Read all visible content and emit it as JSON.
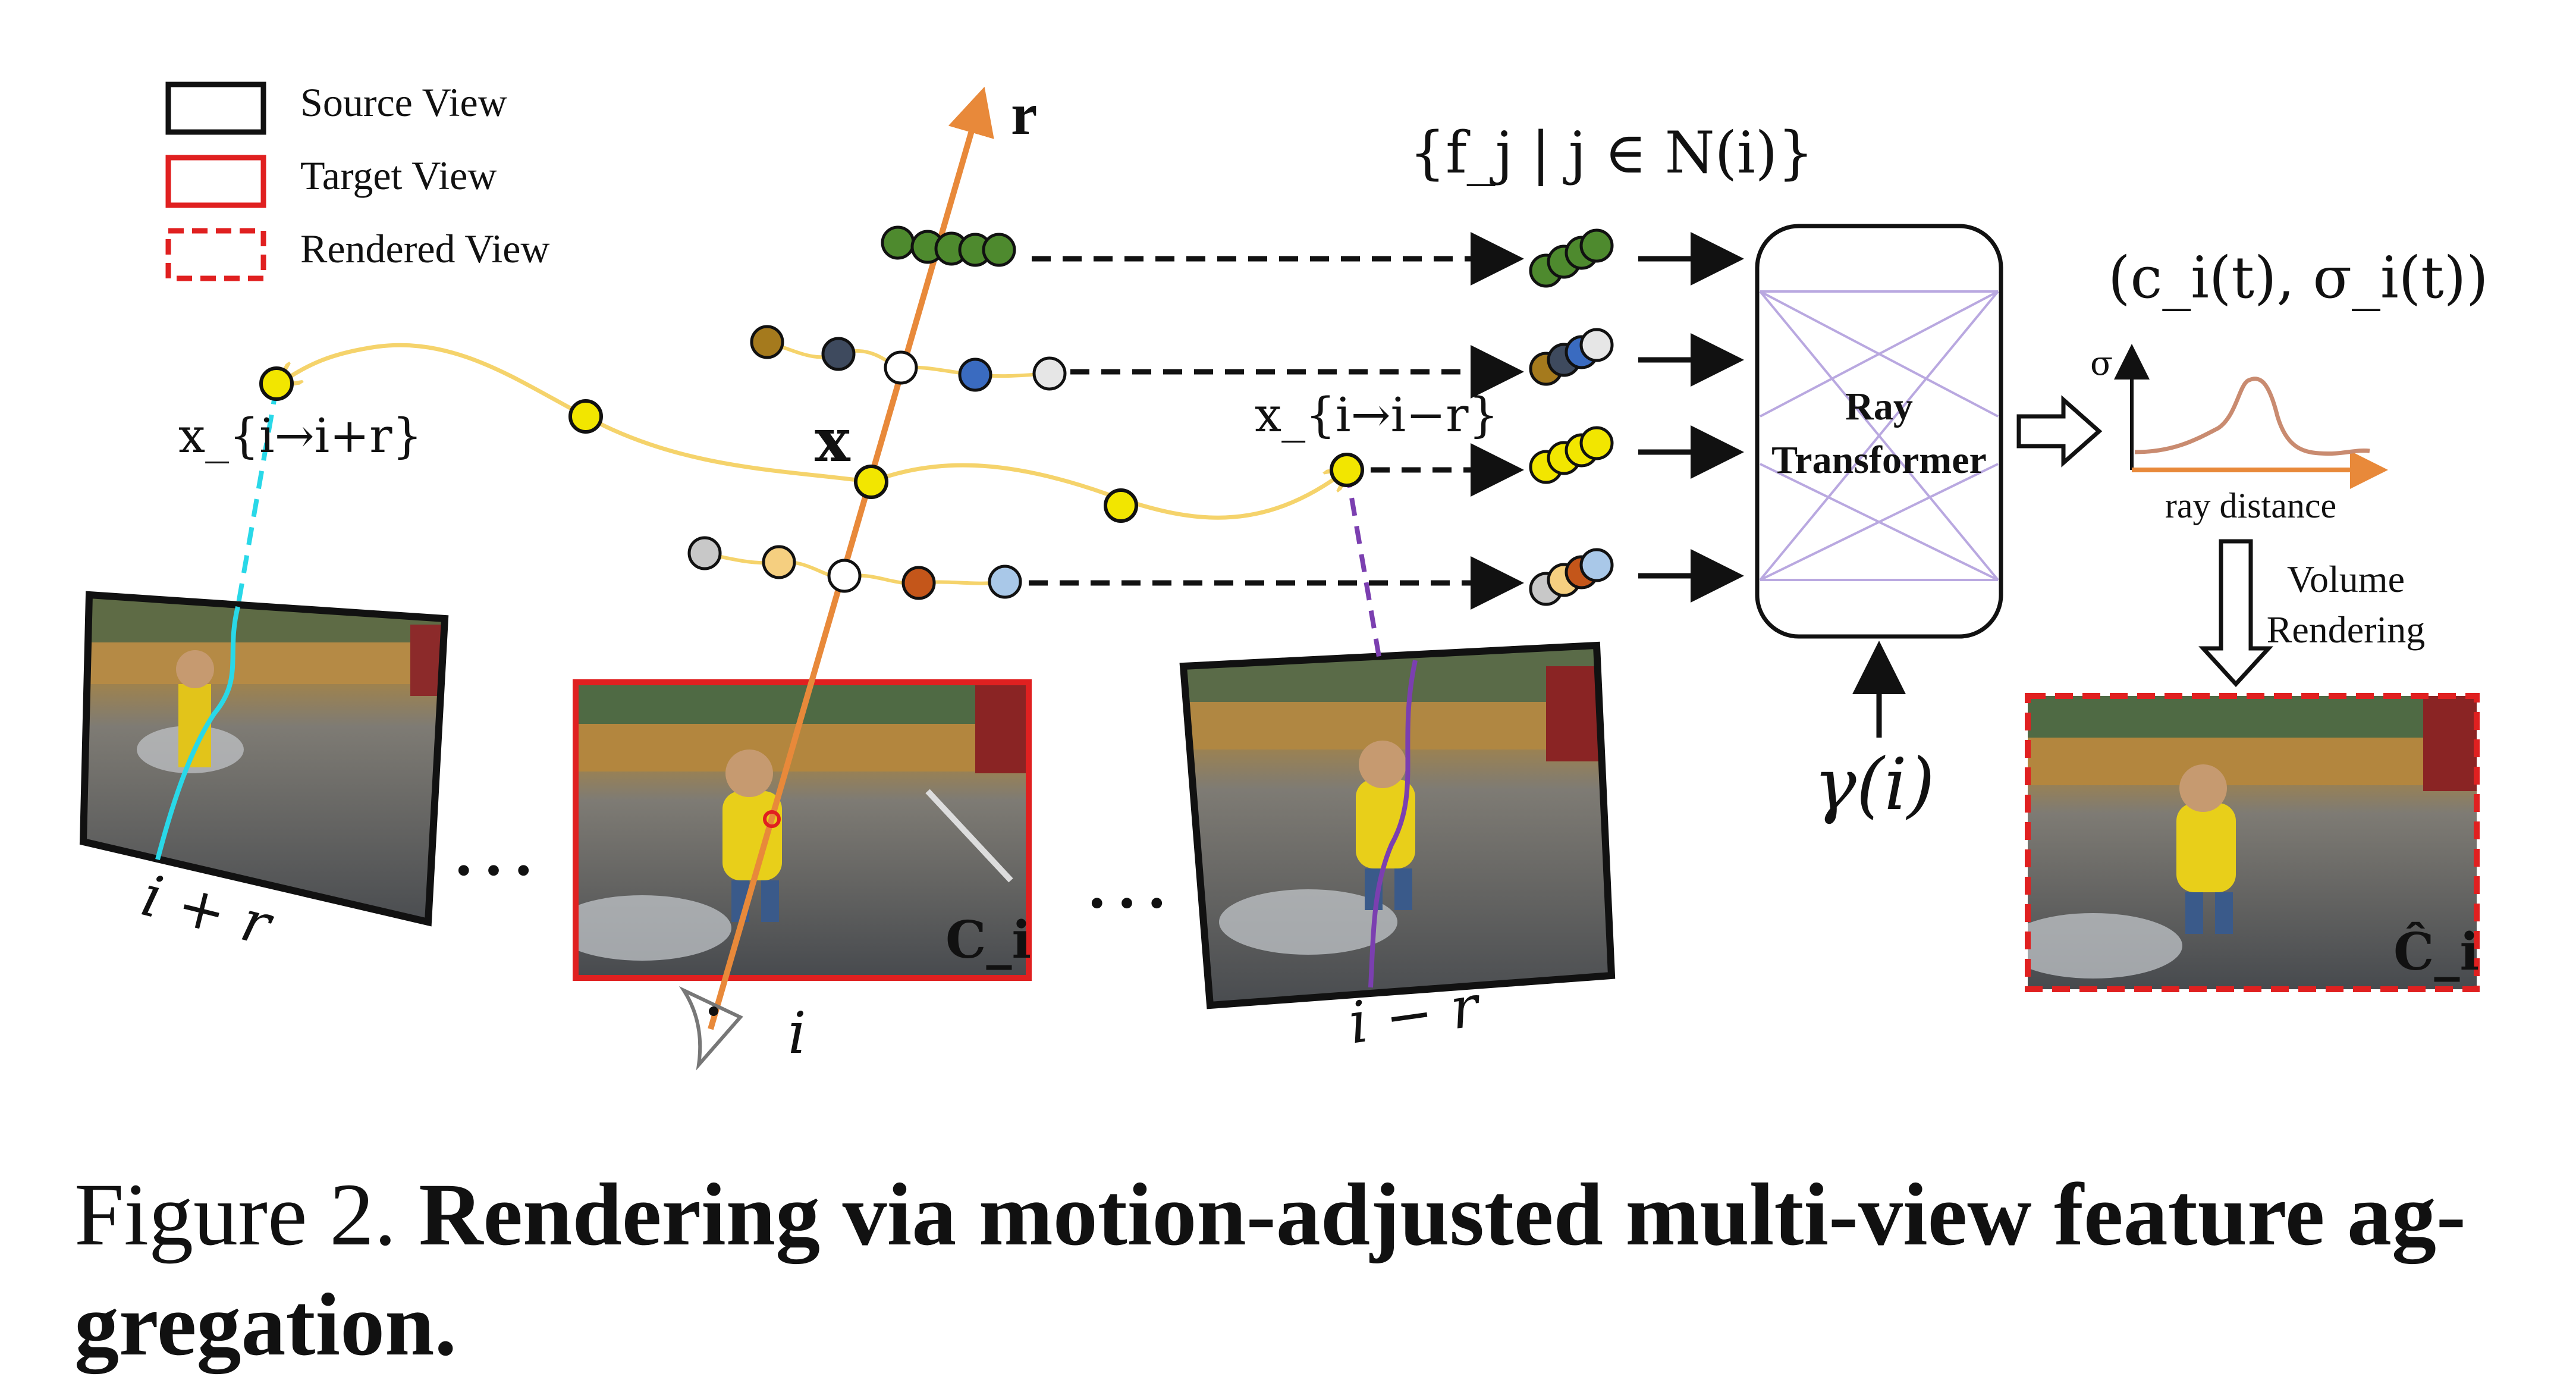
{
  "legend": {
    "source_view": "Source View",
    "target_view": "Target View",
    "rendered_view": "Rendered View"
  },
  "labels": {
    "ray": "r",
    "feature_set": "{f_j | j ∈ N(i)}",
    "x": "x",
    "x_fwd": "x_{i→i+r}",
    "x_bwd": "x_{i→i−r}",
    "transformer_line1": "Ray",
    "transformer_line2": "Transformer",
    "output": "(c_i(t), σ_i(t))",
    "sigma_axis": "σ",
    "ray_distance": "ray distance",
    "volume_rendering_line1": "Volume",
    "volume_rendering_line2": "Rendering",
    "gamma": "γ(i)",
    "frame_left": "i + r",
    "frame_center": "i",
    "frame_right": "i − r",
    "target_image_label": "C_i",
    "rendered_image_label": "Ĉ_i",
    "dots": "…"
  },
  "caption": {
    "prefix": "Figure 2.",
    "title": "Rendering via motion-adjusted multi-view feature ag-gregation."
  },
  "colors": {
    "ray": "#e8893a",
    "flow": "#f5d36b",
    "target_red": "#e02020",
    "cyan": "#29d8e8",
    "purple": "#7b3fb0",
    "point_yellow": "#f2e600",
    "green": "#4e8a2e"
  }
}
